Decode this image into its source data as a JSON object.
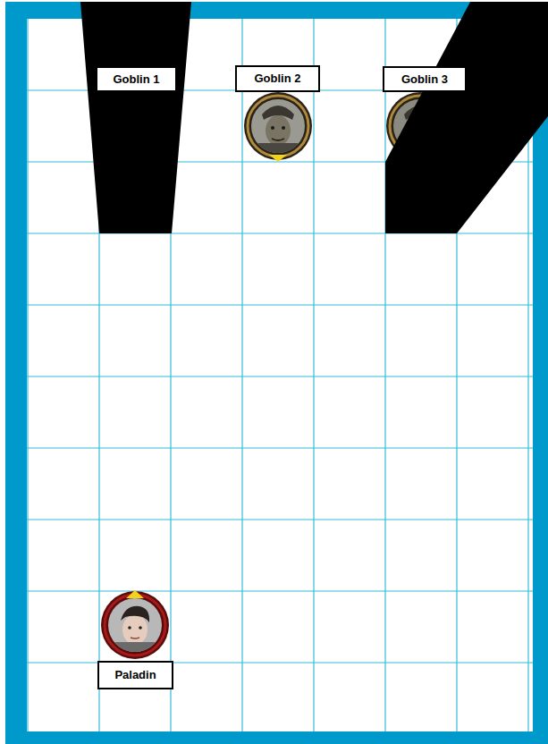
{
  "diagram": {
    "nodes": [
      {
        "text": [
          "Goblin 1"
        ]
      },
      {
        "text": [
          "Goblin 2"
        ]
      },
      {
        "text": [
          "Goblin 3"
        ]
      },
      {
        "text": [
          "Paladin"
        ]
      }
    ]
  }
}
